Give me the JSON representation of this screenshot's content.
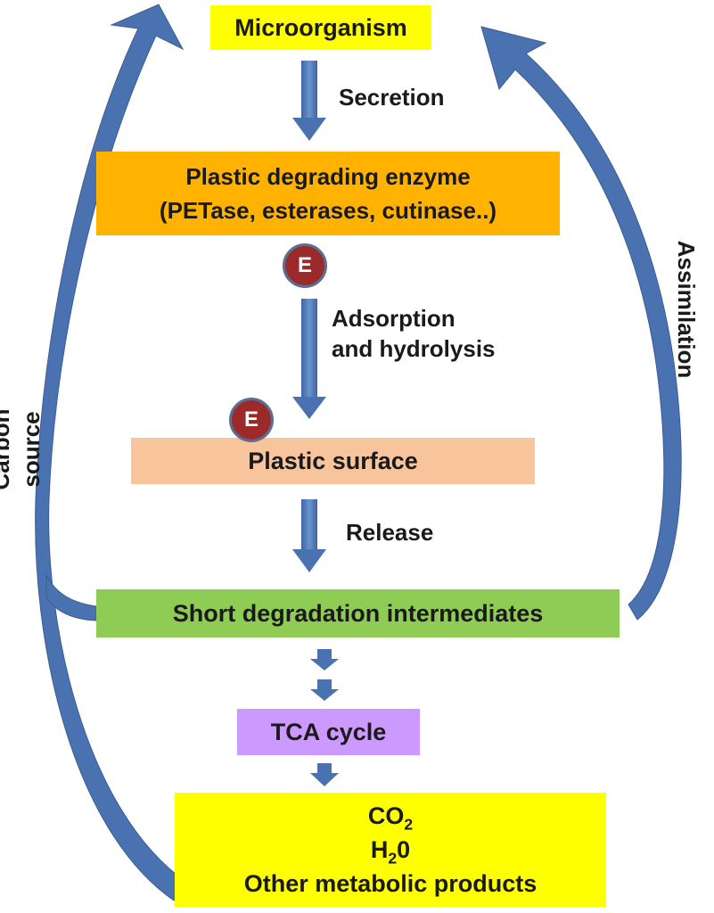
{
  "boxes": {
    "microorganism": "Microorganism",
    "enzyme_line1": "Plastic degrading enzyme",
    "enzyme_line2": "(PETase, esterases, cutinase..)",
    "plastic_surface": "Plastic surface",
    "intermediates": "Short degradation intermediates",
    "tca": "TCA cycle",
    "products": {
      "co2_main": "CO",
      "co2_sub": "2",
      "h2o_main": "H",
      "h2o_sub": "2",
      "h2o_tail": "0",
      "other": "Other metabolic products"
    }
  },
  "steps": {
    "secretion": "Secretion",
    "adsorption_line1": "Adsorption",
    "adsorption_line2": "and hydrolysis",
    "release": "Release"
  },
  "side_labels": {
    "left": "Carbon source",
    "right": "Assimilation"
  },
  "enzyme_marker": "E",
  "colors": {
    "microorganism": "#ffff00",
    "enzyme": "#ffb300",
    "plastic_surface": "#f8c49c",
    "intermediates": "#8fcc55",
    "tca": "#cc99ff",
    "products": "#ffff00",
    "arrow": "#4a72b0",
    "enzyme_marker": "#9b2b2b"
  }
}
